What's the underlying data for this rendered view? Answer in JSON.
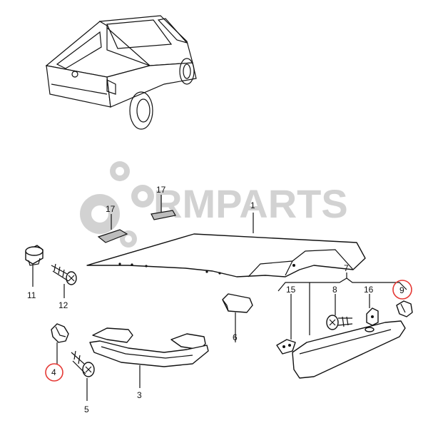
{
  "watermark": {
    "text": "RMPARTS"
  },
  "callouts": {
    "c1": "1",
    "c3": "3",
    "c4": "4",
    "c5": "5",
    "c6": "6",
    "c7": "7",
    "c8": "8",
    "c9": "9",
    "c11": "11",
    "c12": "12",
    "c15": "15",
    "c16": "16",
    "c17a": "17",
    "c17b": "17"
  },
  "highlighted_callouts": [
    "4",
    "9"
  ],
  "colors": {
    "highlight": "#e53935",
    "line": "#111111",
    "watermark": "#c4c4c4"
  }
}
